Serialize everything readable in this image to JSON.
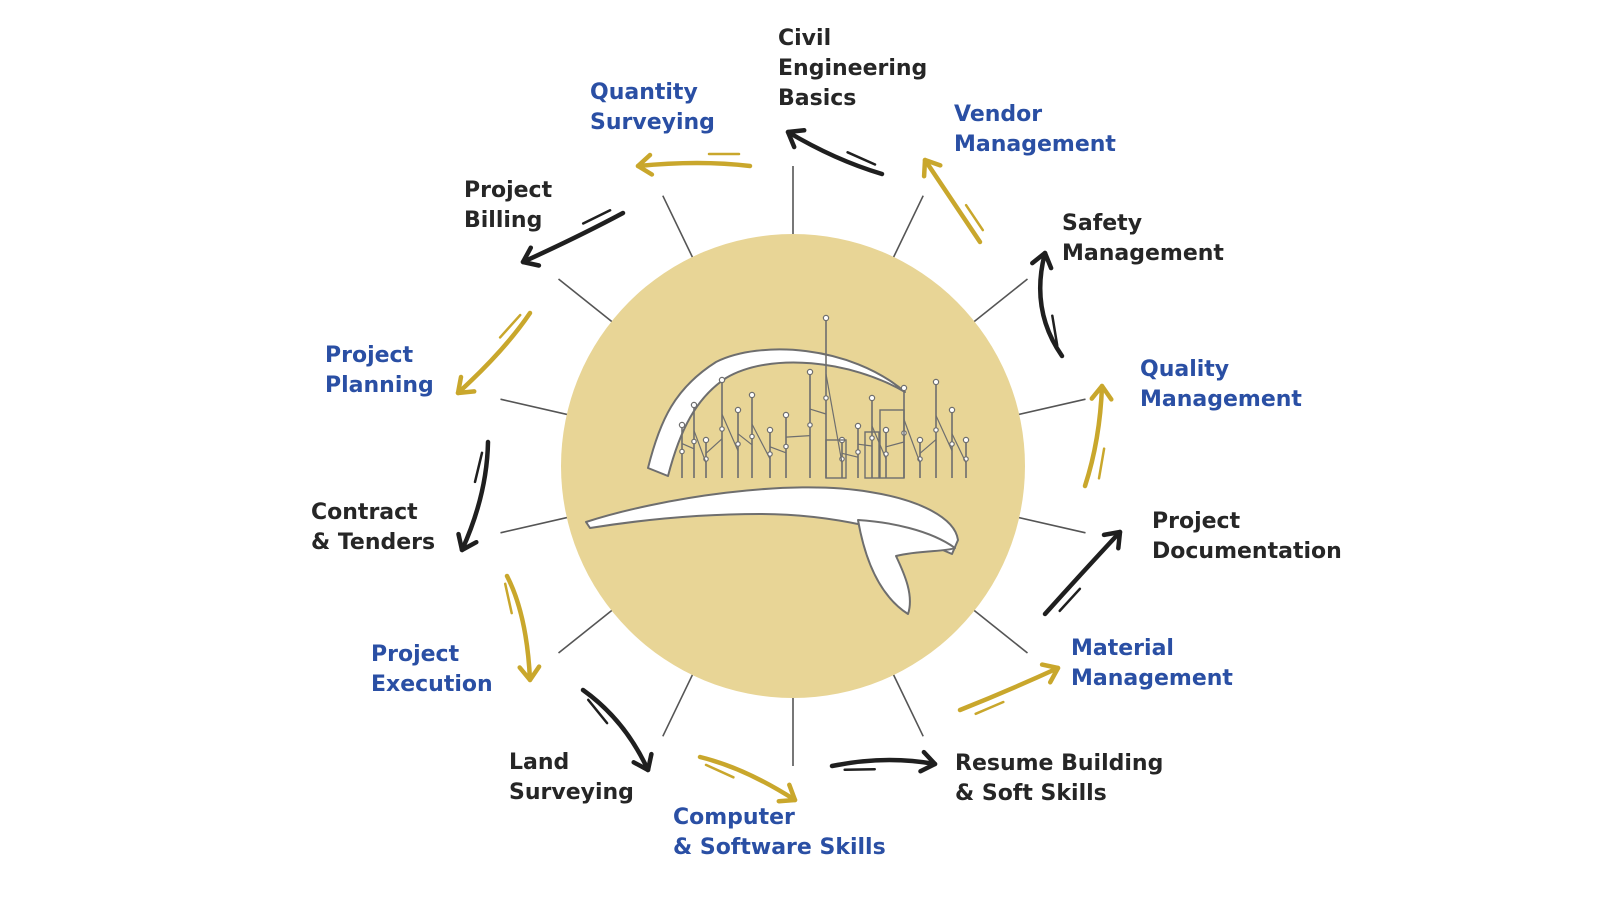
{
  "colors": {
    "circle": "#e8d596",
    "gold_arrow": "#c9a72c",
    "dark_arrow": "#1f1f1f",
    "spoke": "#555555",
    "helmet_outline": "#6e6e6e",
    "helmet_fill": "#ffffff",
    "label_dark": "#262626",
    "label_accent": "#2a4fa4"
  },
  "center_icon": "hard-hat-with-city-skyline-icon",
  "topics": [
    {
      "id": "civil-engineering-basics",
      "lines": [
        "Civil",
        "Engineering",
        "Basics"
      ],
      "tone": "dark"
    },
    {
      "id": "vendor-management",
      "lines": [
        "Vendor",
        "Management"
      ],
      "tone": "accent"
    },
    {
      "id": "safety-management",
      "lines": [
        "Safety",
        "Management"
      ],
      "tone": "dark"
    },
    {
      "id": "quality-management",
      "lines": [
        "Quality",
        "Management"
      ],
      "tone": "accent"
    },
    {
      "id": "project-documentation",
      "lines": [
        "Project",
        "Documentation"
      ],
      "tone": "dark"
    },
    {
      "id": "material-management",
      "lines": [
        "Material",
        "Management"
      ],
      "tone": "accent"
    },
    {
      "id": "resume-building-soft-skills",
      "lines": [
        "Resume Building",
        "& Soft Skills"
      ],
      "tone": "dark"
    },
    {
      "id": "computer-software-skills",
      "lines": [
        "Computer",
        "& Software Skills"
      ],
      "tone": "accent"
    },
    {
      "id": "land-surveying",
      "lines": [
        "Land",
        "Surveying"
      ],
      "tone": "dark"
    },
    {
      "id": "project-execution",
      "lines": [
        "Project",
        "Execution"
      ],
      "tone": "accent"
    },
    {
      "id": "contract-tenders",
      "lines": [
        "Contract",
        "& Tenders"
      ],
      "tone": "dark"
    },
    {
      "id": "project-planning",
      "lines": [
        "Project",
        "Planning"
      ],
      "tone": "accent"
    },
    {
      "id": "project-billing",
      "lines": [
        "Project",
        "Billing"
      ],
      "tone": "dark"
    },
    {
      "id": "quantity-surveying",
      "lines": [
        "Quantity",
        "Surveying"
      ],
      "tone": "accent"
    }
  ]
}
